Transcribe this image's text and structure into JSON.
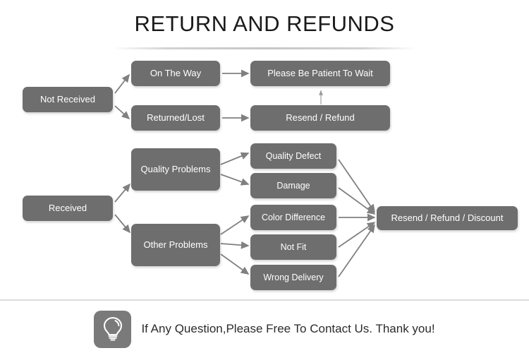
{
  "page": {
    "title": "RETURN AND REFUNDS",
    "background": "#ffffff",
    "node_color": "#6e6e6e",
    "node_text_color": "#ffffff",
    "arrow_color": "#808080",
    "divider_color": "#dcdcdc"
  },
  "flow": {
    "nodes": [
      {
        "id": "not-received",
        "label": "Not Received"
      },
      {
        "id": "on-the-way",
        "label": "On The Way"
      },
      {
        "id": "returned-lost",
        "label": "Returned/Lost"
      },
      {
        "id": "please-be-patient",
        "label": "Please Be Patient To Wait"
      },
      {
        "id": "resend-refund",
        "label": "Resend / Refund"
      },
      {
        "id": "received",
        "label": "Received"
      },
      {
        "id": "quality-problems",
        "label": "Quality Problems"
      },
      {
        "id": "other-problems",
        "label": "Other Problems"
      },
      {
        "id": "quality-defect",
        "label": "Quality Defect"
      },
      {
        "id": "damage",
        "label": "Damage"
      },
      {
        "id": "color-difference",
        "label": "Color Difference"
      },
      {
        "id": "not-fit",
        "label": "Not Fit"
      },
      {
        "id": "wrong-delivery",
        "label": "Wrong Delivery"
      },
      {
        "id": "resend-refund-discount",
        "label": "Resend / Refund / Discount"
      }
    ],
    "edges": [
      {
        "from": "not-received",
        "to": "on-the-way"
      },
      {
        "from": "not-received",
        "to": "returned-lost"
      },
      {
        "from": "on-the-way",
        "to": "please-be-patient"
      },
      {
        "from": "returned-lost",
        "to": "resend-refund"
      },
      {
        "from": "resend-refund",
        "to": "please-be-patient"
      },
      {
        "from": "received",
        "to": "quality-problems"
      },
      {
        "from": "received",
        "to": "other-problems"
      },
      {
        "from": "quality-problems",
        "to": "quality-defect"
      },
      {
        "from": "quality-problems",
        "to": "damage"
      },
      {
        "from": "other-problems",
        "to": "color-difference"
      },
      {
        "from": "other-problems",
        "to": "not-fit"
      },
      {
        "from": "other-problems",
        "to": "wrong-delivery"
      },
      {
        "from": "quality-defect",
        "to": "resend-refund-discount"
      },
      {
        "from": "damage",
        "to": "resend-refund-discount"
      },
      {
        "from": "color-difference",
        "to": "resend-refund-discount"
      },
      {
        "from": "not-fit",
        "to": "resend-refund-discount"
      },
      {
        "from": "wrong-delivery",
        "to": "resend-refund-discount"
      }
    ]
  },
  "footer": {
    "icon": "lightbulb-icon",
    "text": "If Any Question,Please Free To Contact Us. Thank you!"
  }
}
